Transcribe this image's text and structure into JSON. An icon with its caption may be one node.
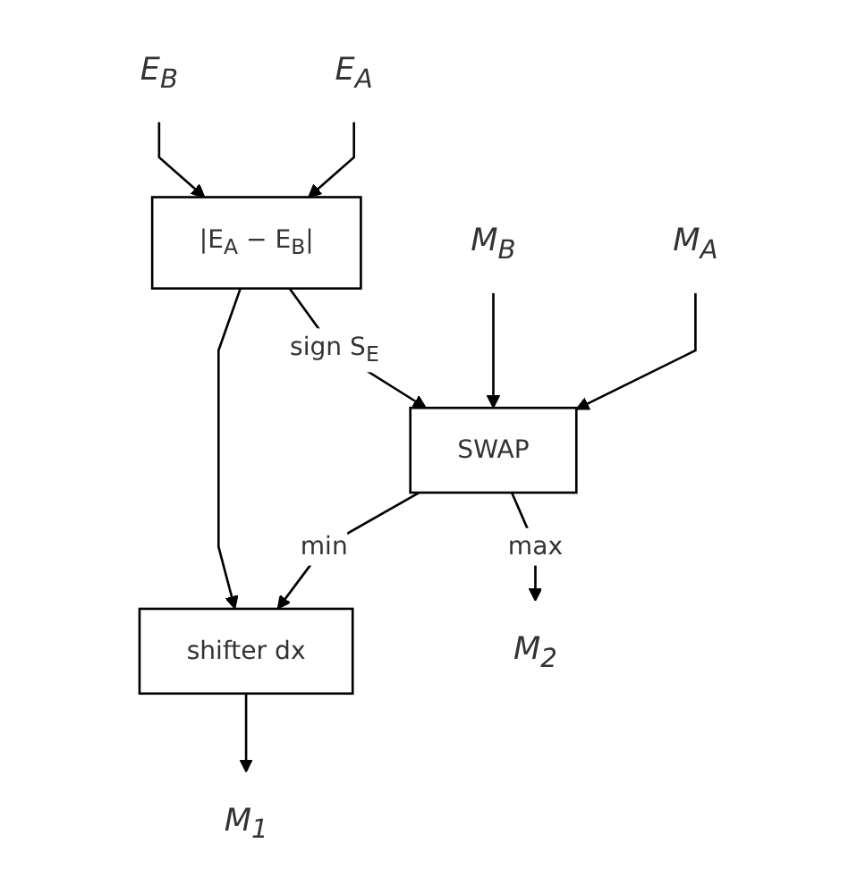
{
  "diagram": {
    "nodes": [
      {
        "text": [
          "E$_{A}$"
        ]
      },
      {
        "text": [
          "E$_{B}$"
        ]
      },
      {
        "text": [
          "M$_{A}$"
        ]
      },
      {
        "text": [
          "M$_{B}$"
        ]
      },
      {
        "text": [
          "|E$_{A}$ − E$_{B}$|"
        ]
      },
      {
        "text": [
          "SWAP"
        ]
      },
      {
        "text": [
          "shifter dx"
        ]
      },
      {
        "text": [
          "M$_{1}$"
        ]
      },
      {
        "text": [
          "M$_{2}$"
        ]
      }
    ],
    "edges": [
      {
        "from": 0,
        "to": 4,
        "arrow": "to"
      },
      {
        "from": 1,
        "to": 4,
        "arrow": "to"
      },
      {
        "from": 2,
        "to": 5,
        "arrow": "to"
      },
      {
        "from": 3,
        "to": 5,
        "arrow": "to"
      },
      {
        "from": 4,
        "to": 5,
        "arrow": "to",
        "label": "sign S$_{E}$"
      },
      {
        "from": 5,
        "to": 6,
        "arrow": "to",
        "label": "min"
      },
      {
        "from": 5,
        "to": 8,
        "arrow": "to",
        "label": "max"
      },
      {
        "from": 4,
        "to": 6,
        "arrow": "to"
      },
      {
        "from": 6,
        "to": 7,
        "arrow": "to"
      }
    ]
  }
}
